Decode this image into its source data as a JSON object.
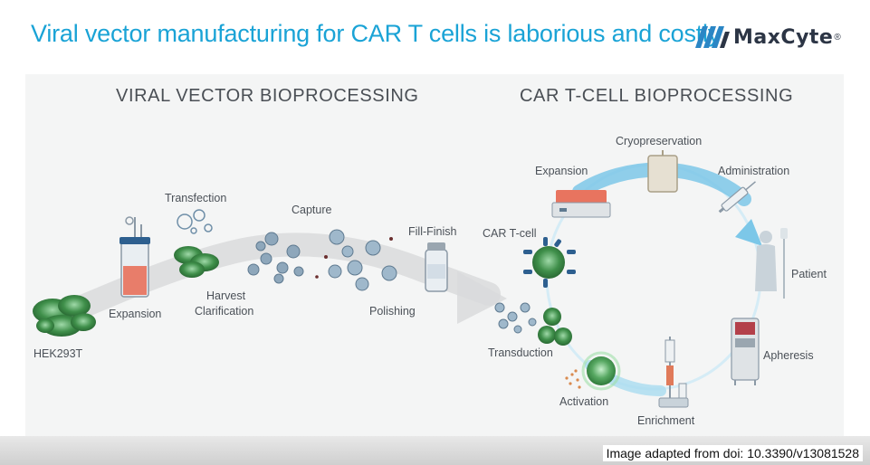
{
  "header": {
    "title": "Viral vector manufacturing for CAR T cells is laborious and costly",
    "logo_text": "MaxCyte",
    "logo_mark": "®"
  },
  "sections": {
    "viral": "VIRAL VECTOR BIOPROCESSING",
    "cart": "CAR T-CELL BIOPROCESSING"
  },
  "viral_steps": {
    "hek": "HEK293T",
    "expansion": "Expansion",
    "transfection": "Transfection",
    "harvest": "Harvest",
    "clarification": "Clarification",
    "capture": "Capture",
    "polishing": "Polishing",
    "fill_finish": "Fill-Finish"
  },
  "cart_steps": {
    "cryopreservation": "Cryopreservation",
    "expansion": "Expansion",
    "administration": "Administration",
    "car_t_cell": "CAR T-cell",
    "patient": "Patient",
    "apheresis": "Apheresis",
    "transduction": "Transduction",
    "activation": "Activation",
    "enrichment": "Enrichment"
  },
  "footer": {
    "credit": "Image adapted from doi: 10.3390/v13081528"
  },
  "colors": {
    "title_blue": "#1aa3d6",
    "cycle_blue": "#7cc7e8",
    "cell_green": "#3f8f4a",
    "virus_blue": "#6f8fa8",
    "logo_blue": "#2b86c5"
  }
}
